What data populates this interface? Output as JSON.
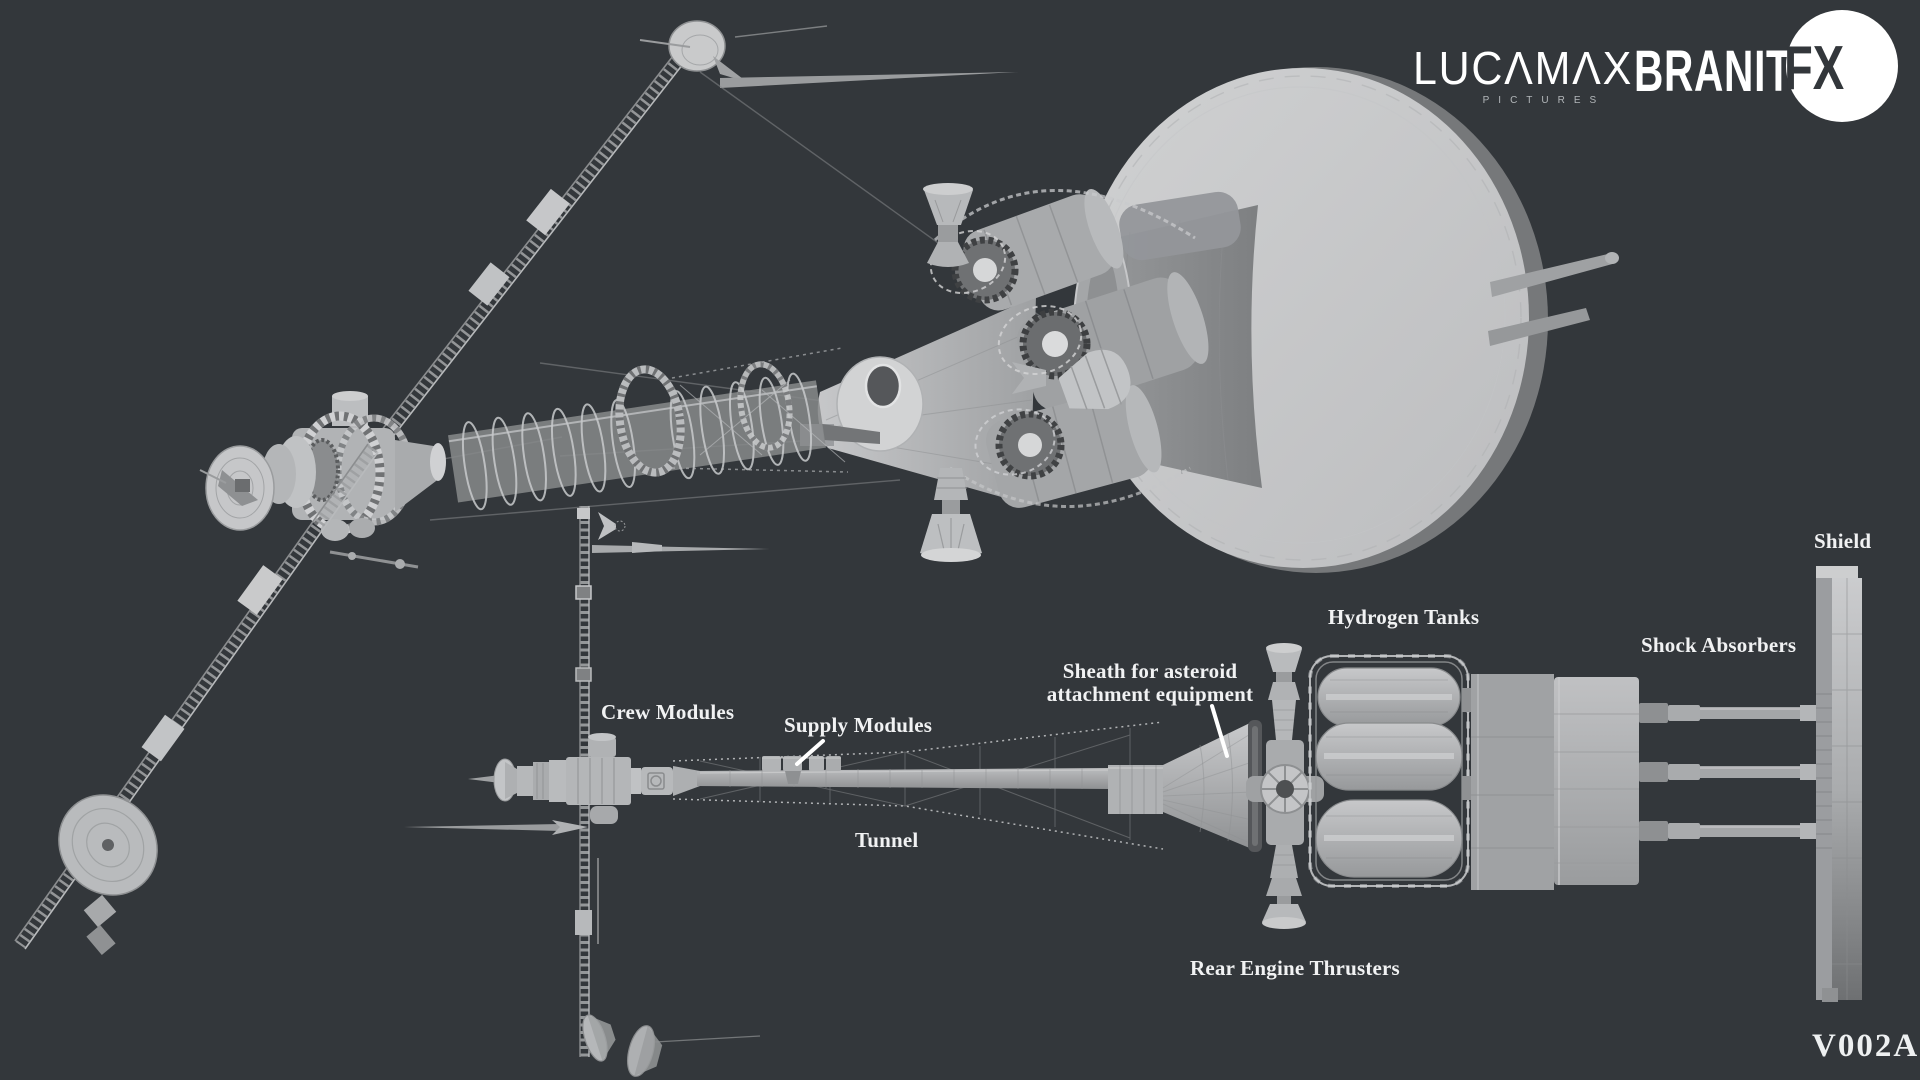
{
  "background": "#33373b",
  "branding": {
    "studio_name": "LUCAMAX",
    "studio_display": "LUCΛMΛX",
    "studio_subtitle": "PICTURES",
    "vfx_name": "BRANITFX",
    "vfx_left": "BRANIT",
    "vfx_right": "FX"
  },
  "version_label": "V002A",
  "annotations": {
    "crew_modules": "Crew Modules",
    "supply_modules": "Supply Modules",
    "tunnel": "Tunnel",
    "sheath_line1": "Sheath for asteroid",
    "sheath_line2": "attachment equipment",
    "hydrogen_tanks": "Hydrogen Tanks",
    "rear_engine_thrusters": "Rear Engine Thrusters",
    "shock_absorbers": "Shock Absorbers",
    "shield": "Shield"
  },
  "colors": {
    "background": "#33373b",
    "hull_light": "#c8c9ca",
    "hull_mid": "#a9abad",
    "hull_dark": "#8e9092",
    "label_text": "#f1f2f3",
    "logo_white": "#ffffff"
  }
}
